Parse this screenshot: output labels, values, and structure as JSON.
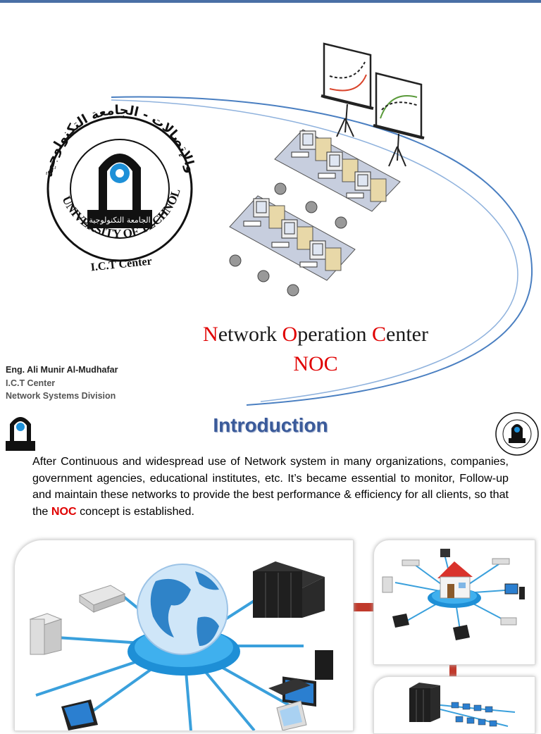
{
  "title": {
    "line1_parts": [
      {
        "text": "N",
        "accent": true
      },
      {
        "text": "etwork ",
        "accent": false
      },
      {
        "text": "O",
        "accent": true
      },
      {
        "text": "peration ",
        "accent": false
      },
      {
        "text": "C",
        "accent": true
      },
      {
        "text": "enter",
        "accent": false
      }
    ],
    "line2": "NOC"
  },
  "author": {
    "name": "Eng. Ali Munir Al-Mudhafar",
    "dept": "I.C.T Center",
    "division": "Network Systems Division"
  },
  "logo": {
    "arabic_ring": "مركز تقنية المعلومات والإتصالات - الجامعة التكنولوجية",
    "ring_en": "UNIVERSITY OF TECHNOLOGY",
    "center_en": "I.C.T Center",
    "plaque": "الجامعة التكنولوجية"
  },
  "section": {
    "heading": "Introduction",
    "paragraph_before": "After Continuous and widespread use of Network system in many organizations, companies, government agencies, educational institutes, etc. It’s became essential to monitor, Follow-up and maintain these networks to provide the best performance & efficiency for all clients, so that the ",
    "paragraph_highlight": "NOC",
    "paragraph_after": " concept is established."
  },
  "colors": {
    "accent": "#e00000",
    "heading": "#3a5a9a",
    "hub": "#1e8fd6",
    "link": "#c0392b",
    "topbar": "#4a6fa5"
  },
  "icons": [
    "university-logo",
    "projector-screen-icon",
    "workstation-icon",
    "globe-icon",
    "server-rack-icon",
    "house-icon",
    "laptop-icon",
    "router-icon"
  ]
}
